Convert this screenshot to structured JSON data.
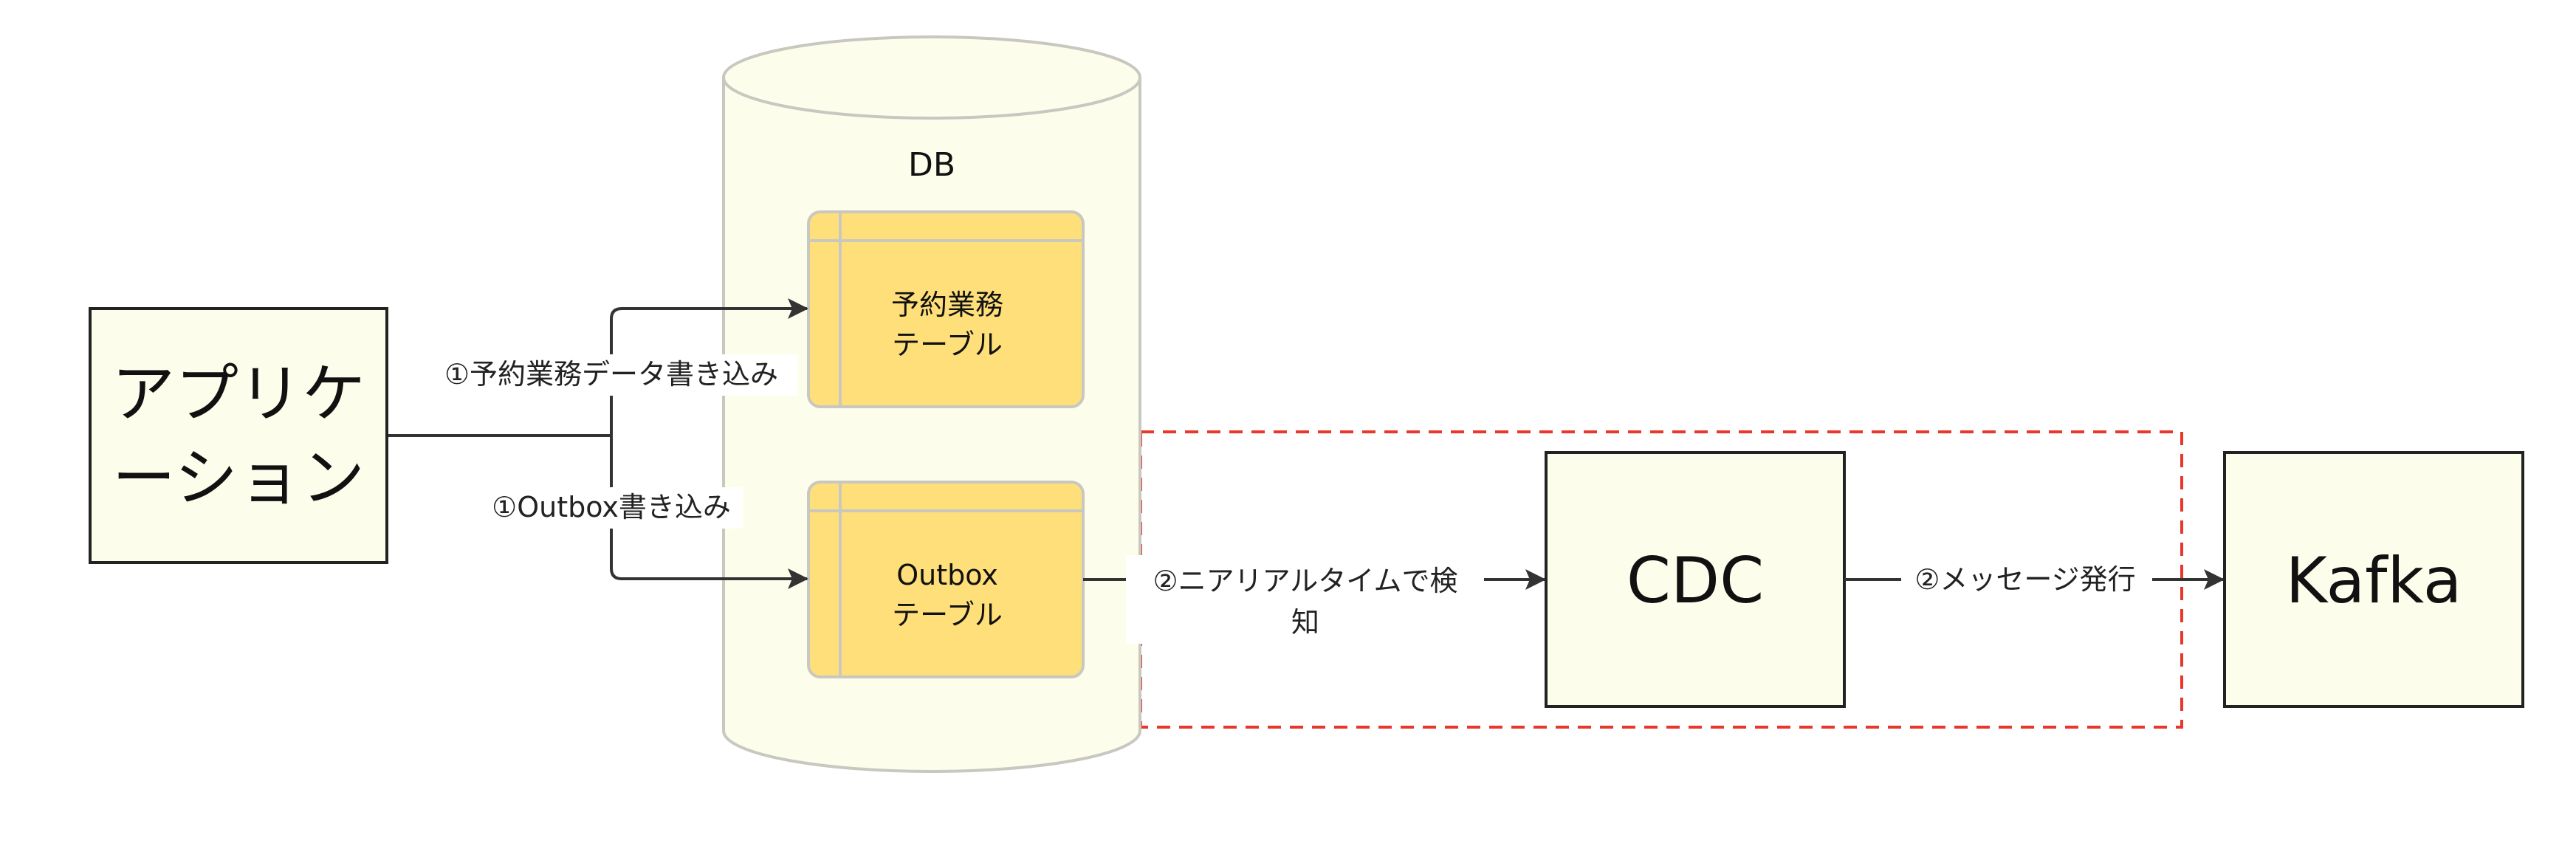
{
  "nodes": {
    "application": {
      "line1": "アプリケ",
      "line2": "ーション"
    },
    "db": {
      "label": "DB"
    },
    "reservation_table": {
      "line1": "予約業務",
      "line2": "テーブル"
    },
    "outbox_table": {
      "line1": "Outbox",
      "line2": "テーブル"
    },
    "cdc": {
      "label": "CDC"
    },
    "kafka": {
      "label": "Kafka"
    }
  },
  "edges": {
    "write_reservation": {
      "label": "①予約業務データ書き込み"
    },
    "write_outbox": {
      "label": "①Outbox書き込み"
    },
    "detect_realtime": {
      "line1": "②ニアリアルタイムで検",
      "line2": "知"
    },
    "publish_message": {
      "label": "②メッセージ発行"
    }
  },
  "colors": {
    "node_fill": "#fdfdec",
    "table_fill": "#ffdf7a",
    "highlight_border": "#e8382c",
    "stroke": "#222222"
  }
}
